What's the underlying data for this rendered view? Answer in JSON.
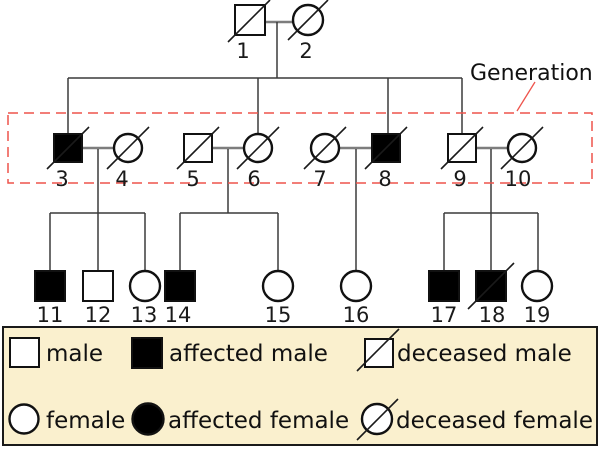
{
  "annotation": {
    "generation_label": "Generation"
  },
  "individuals": [
    {
      "id": "1",
      "sex": "male",
      "affected": false,
      "deceased": true
    },
    {
      "id": "2",
      "sex": "female",
      "affected": false,
      "deceased": true
    },
    {
      "id": "3",
      "sex": "male",
      "affected": true,
      "deceased": true
    },
    {
      "id": "4",
      "sex": "female",
      "affected": false,
      "deceased": true
    },
    {
      "id": "5",
      "sex": "male",
      "affected": false,
      "deceased": true
    },
    {
      "id": "6",
      "sex": "female",
      "affected": false,
      "deceased": true
    },
    {
      "id": "7",
      "sex": "female",
      "affected": false,
      "deceased": true
    },
    {
      "id": "8",
      "sex": "male",
      "affected": true,
      "deceased": true
    },
    {
      "id": "9",
      "sex": "male",
      "affected": false,
      "deceased": true
    },
    {
      "id": "10",
      "sex": "female",
      "affected": false,
      "deceased": true
    },
    {
      "id": "11",
      "sex": "male",
      "affected": true,
      "deceased": false
    },
    {
      "id": "12",
      "sex": "male",
      "affected": false,
      "deceased": false
    },
    {
      "id": "13",
      "sex": "female",
      "affected": false,
      "deceased": false
    },
    {
      "id": "14",
      "sex": "male",
      "affected": true,
      "deceased": false
    },
    {
      "id": "15",
      "sex": "female",
      "affected": false,
      "deceased": false
    },
    {
      "id": "16",
      "sex": "female",
      "affected": false,
      "deceased": false
    },
    {
      "id": "17",
      "sex": "male",
      "affected": true,
      "deceased": false
    },
    {
      "id": "18",
      "sex": "male",
      "affected": true,
      "deceased": true
    },
    {
      "id": "19",
      "sex": "female",
      "affected": false,
      "deceased": false
    }
  ],
  "families": [
    {
      "parents": [
        "1",
        "2"
      ],
      "children": [
        "3",
        "6",
        "8",
        "9"
      ]
    },
    {
      "parents": [
        "3",
        "4"
      ],
      "children": [
        "11",
        "12",
        "13"
      ]
    },
    {
      "parents": [
        "5",
        "6"
      ],
      "children": [
        "14",
        "15"
      ]
    },
    {
      "parents": [
        "7",
        "8"
      ],
      "children": [
        "16"
      ]
    },
    {
      "parents": [
        "9",
        "10"
      ],
      "children": [
        "17",
        "18",
        "19"
      ]
    }
  ],
  "legend": {
    "items": [
      {
        "label": "male"
      },
      {
        "label": "affected male"
      },
      {
        "label": "deceased male"
      },
      {
        "label": "female"
      },
      {
        "label": "affected female"
      },
      {
        "label": "deceased female"
      }
    ]
  },
  "colors": {
    "affected_fill": "#000000",
    "symbol_stroke": "#111111",
    "generation_box": "#ee544c",
    "legend_background": "#faf0ce"
  }
}
